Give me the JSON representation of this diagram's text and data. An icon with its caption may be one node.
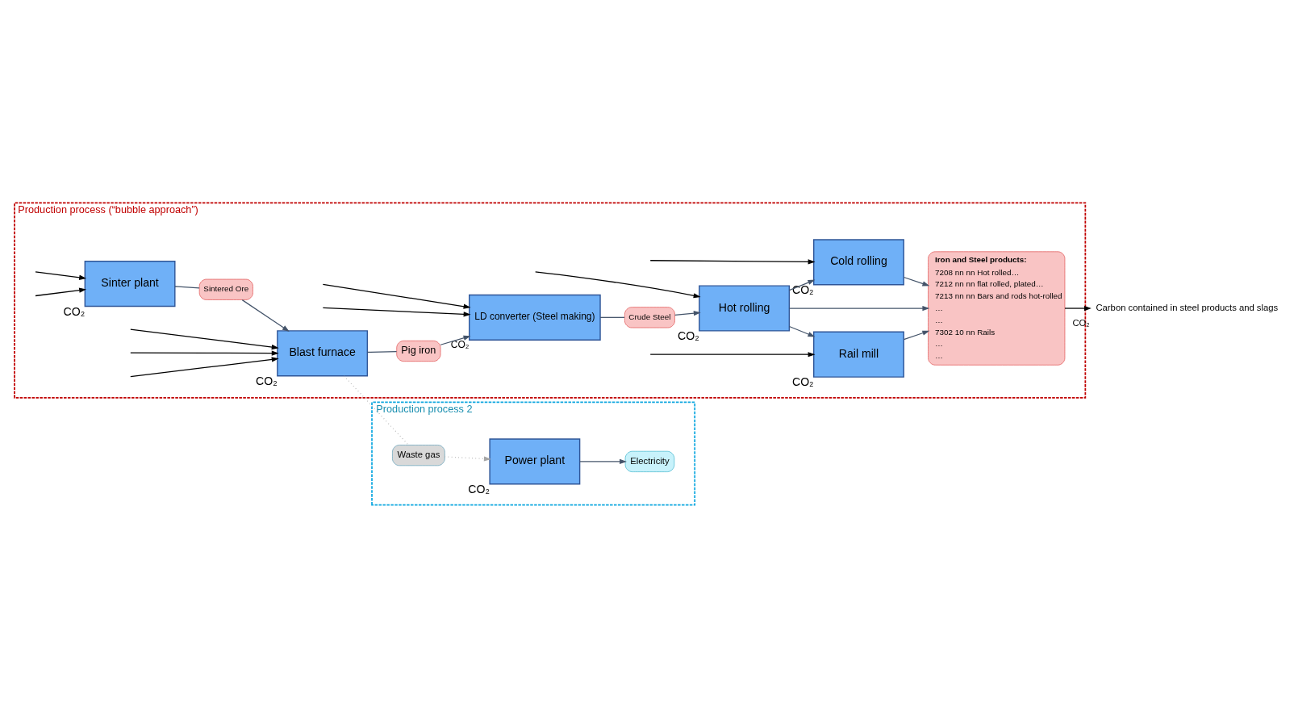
{
  "diagram": {
    "nodes": [
      {
        "text": [
          "Production process (“bubble approach”)"
        ]
      },
      {
        "text": [
          "Sinter plant"
        ],
        "in": 0,
        "beside": [
          "CO₂"
        ]
      },
      {
        "text": [
          "Sintered Ore"
        ],
        "in": 0
      },
      {
        "text": [
          "Blast furnace"
        ],
        "in": 0,
        "beside": [
          "CO₂"
        ]
      },
      {
        "text": [
          "Pig iron"
        ],
        "in": 0
      },
      {
        "text": [
          "LD converter (Steel making)"
        ],
        "in": 0,
        "beside": [
          "CO₂"
        ]
      },
      {
        "text": [
          "Crude Steel"
        ],
        "in": 0
      },
      {
        "text": [
          "Cold rolling"
        ],
        "in": 0,
        "beside": [
          "CO₂"
        ]
      },
      {
        "text": [
          "Hot rolling"
        ],
        "in": 0,
        "beside": [
          "CO₂"
        ]
      },
      {
        "text": [
          "Rail mill"
        ],
        "in": 0,
        "beside": [
          "CO₂"
        ]
      },
      {
        "text": [
          "Iron and Steel products:",
          "7208 nn nn Hot rolled…",
          "7212 nn nn flat rolled, plated…",
          "7213 nn nn Bars and rods hot-rolled",
          "…",
          "…",
          "7302 10 nn Rails",
          "…",
          "…"
        ],
        "in": 0
      },
      {
        "text": [
          "Production process 2"
        ]
      },
      {
        "text": [
          "Waste gas"
        ],
        "in": 11
      },
      {
        "text": [
          "Power plant"
        ],
        "in": 11,
        "beside": [
          "CO₂"
        ]
      },
      {
        "text": [
          "Electricity"
        ],
        "in": 11
      },
      {
        "text": [
          "Carbon contained in steel products and slags"
        ],
        "beside": [
          "CO₂"
        ]
      }
    ],
    "edges": [
      {
        "from": null,
        "to": 1,
        "arrow": "to",
        "color": "#000000"
      },
      {
        "from": null,
        "to": 1,
        "arrow": "to",
        "color": "#000000"
      },
      {
        "from": null,
        "to": 3,
        "arrow": "to",
        "color": "#000000"
      },
      {
        "from": null,
        "to": 3,
        "arrow": "to",
        "color": "#000000"
      },
      {
        "from": 1,
        "to": 2,
        "arrow": "none"
      },
      {
        "from": 2,
        "to": 3,
        "arrow": "to"
      },
      {
        "from": 3,
        "to": 4,
        "arrow": "none"
      },
      {
        "from": 4,
        "to": 5,
        "arrow": "to"
      },
      {
        "from": 5,
        "to": 6,
        "arrow": "none"
      },
      {
        "from": 6,
        "to": 8,
        "arrow": "to"
      },
      {
        "from": null,
        "to": 3,
        "arrow": "to",
        "color": "#000000"
      },
      {
        "from": null,
        "to": 5,
        "arrow": "to",
        "color": "#000000"
      },
      {
        "from": null,
        "to": 5,
        "arrow": "to",
        "color": "#000000"
      },
      {
        "from": null,
        "to": 7,
        "arrow": "to",
        "color": "#000000"
      },
      {
        "from": null,
        "to": 8,
        "arrow": "to",
        "color": "#000000"
      },
      {
        "from": null,
        "to": 9,
        "arrow": "to",
        "color": "#000000"
      },
      {
        "from": 8,
        "to": 7,
        "arrow": "to"
      },
      {
        "from": 8,
        "to": 9,
        "arrow": "to"
      },
      {
        "from": 7,
        "to": 10,
        "arrow": "to"
      },
      {
        "from": 8,
        "to": 10,
        "arrow": "to"
      },
      {
        "from": 9,
        "to": 10,
        "arrow": "to"
      },
      {
        "from": 10,
        "to": 15,
        "arrow": "to",
        "color": "#000000"
      },
      {
        "from": 3,
        "to": 12,
        "arrow": "none",
        "style": "dashed",
        "color": "#a6a6a6"
      },
      {
        "from": 12,
        "to": 13,
        "arrow": "to",
        "style": "dashed",
        "color": "#a6a6a6"
      },
      {
        "from": 13,
        "to": 14,
        "arrow": "to"
      }
    ]
  }
}
